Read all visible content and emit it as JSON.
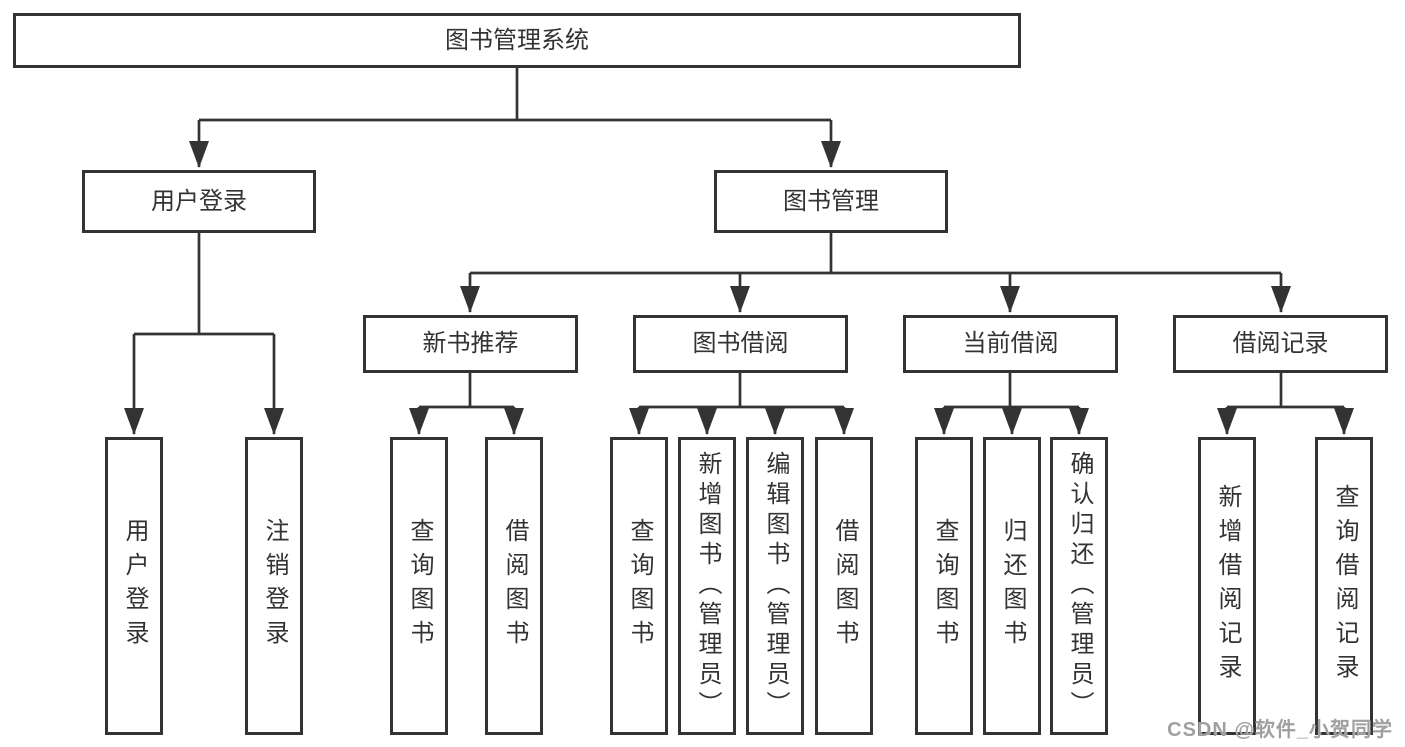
{
  "diagram": {
    "type": "hierarchy",
    "root": {
      "label": "图书管理系统"
    },
    "user_login": {
      "label": "用户登录",
      "children": [
        "用户登录",
        "注销登录"
      ]
    },
    "book_management": {
      "label": "图书管理",
      "sections": {
        "new_book": {
          "label": "新书推荐",
          "children": [
            "查询图书",
            "借阅图书"
          ]
        },
        "borrow": {
          "label": "图书借阅",
          "children": [
            "查询图书",
            "新增图书（管理员）",
            "编辑图书（管理员）",
            "借阅图书"
          ]
        },
        "current": {
          "label": "当前借阅",
          "children": [
            "查询图书",
            "归还图书",
            "确认归还（管理员）"
          ]
        },
        "records": {
          "label": "借阅记录",
          "children": [
            "新增借阅记录",
            "查询借阅记录"
          ]
        }
      }
    }
  },
  "watermark": "CSDN @软件_小贺同学",
  "colors": {
    "line": "#333333",
    "box_border": "#333333",
    "text": "#333333",
    "background": "#ffffff",
    "watermark": "#a0a0a0"
  }
}
